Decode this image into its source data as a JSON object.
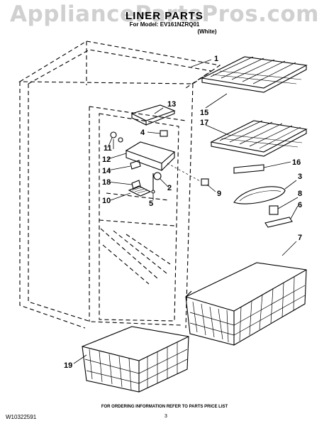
{
  "watermark": "AppliancePartsPros.com",
  "header": {
    "title": "LINER PARTS",
    "model_line": "For Model: EV161NZRQ01",
    "variant": "(White)"
  },
  "callouts": {
    "c1": "1",
    "c2": "2",
    "c3": "3",
    "c4": "4",
    "c5": "5",
    "c6": "6",
    "c7": "7",
    "c8": "8",
    "c9": "9",
    "c10": "10",
    "c11": "11",
    "c12": "12",
    "c13": "13",
    "c14": "14",
    "c15": "15",
    "c16": "16",
    "c17": "17",
    "c18": "18",
    "c19": "19"
  },
  "footer": {
    "doc_number": "W10322591",
    "ordering_note": "FOR ORDERING INFORMATION REFER TO PARTS PRICE LIST",
    "page_number": "3"
  }
}
